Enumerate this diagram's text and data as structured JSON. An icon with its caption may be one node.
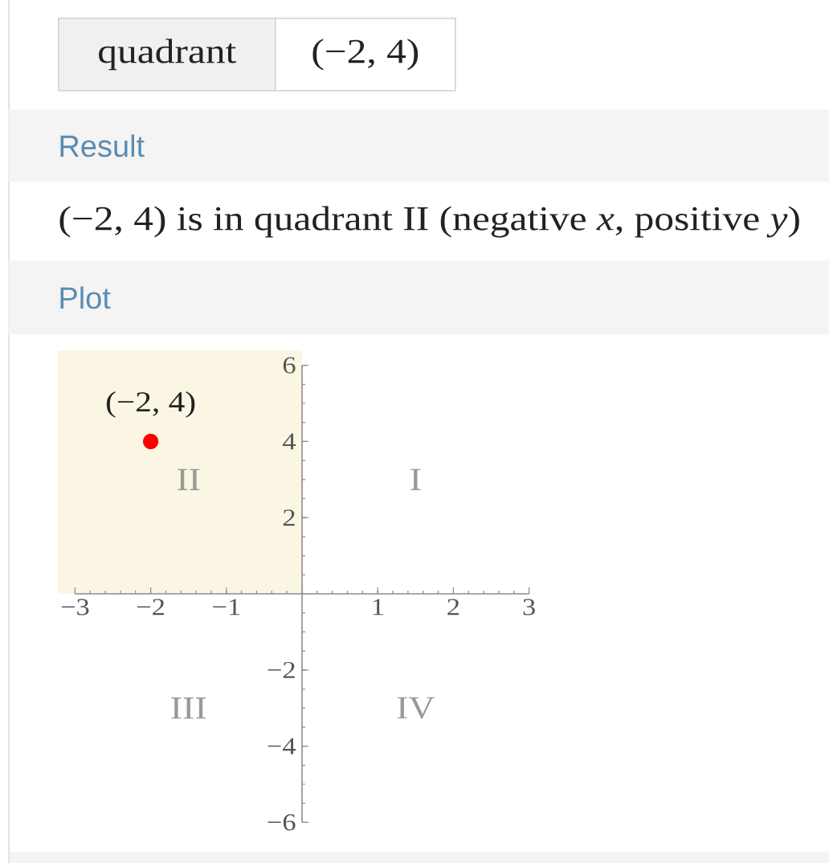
{
  "diagram": {
    "nodes": [
      {
        "text": [
          "quadrant"
        ]
      },
      {
        "text": [
          "(−2, 4)"
        ]
      },
      {
        "text": [
          "Result"
        ]
      },
      {
        "text": [
          "Plot"
        ]
      }
    ],
    "labels": [
      "(−2, 4) is in quadrant II (negative *x*, positive *y*)"
    ],
    "chart_data": {
      "type": "scatter",
      "x": [
        -2
      ],
      "series": [
        {
          "color": "#ff0000",
          "values": [
            4
          ]
        }
      ],
      "xlim": [
        -3,
        3
      ],
      "ylim": [
        -6,
        6
      ],
      "xticks": [
        -3,
        -2,
        -1,
        1,
        2,
        3
      ],
      "yticks": [
        -6,
        -4,
        -2,
        2,
        4,
        6
      ],
      "annotations": [
        {
          "x": -2,
          "y": 4,
          "text": "(−2, 4)"
        },
        "II",
        "I",
        "III",
        "IV"
      ]
    }
  }
}
